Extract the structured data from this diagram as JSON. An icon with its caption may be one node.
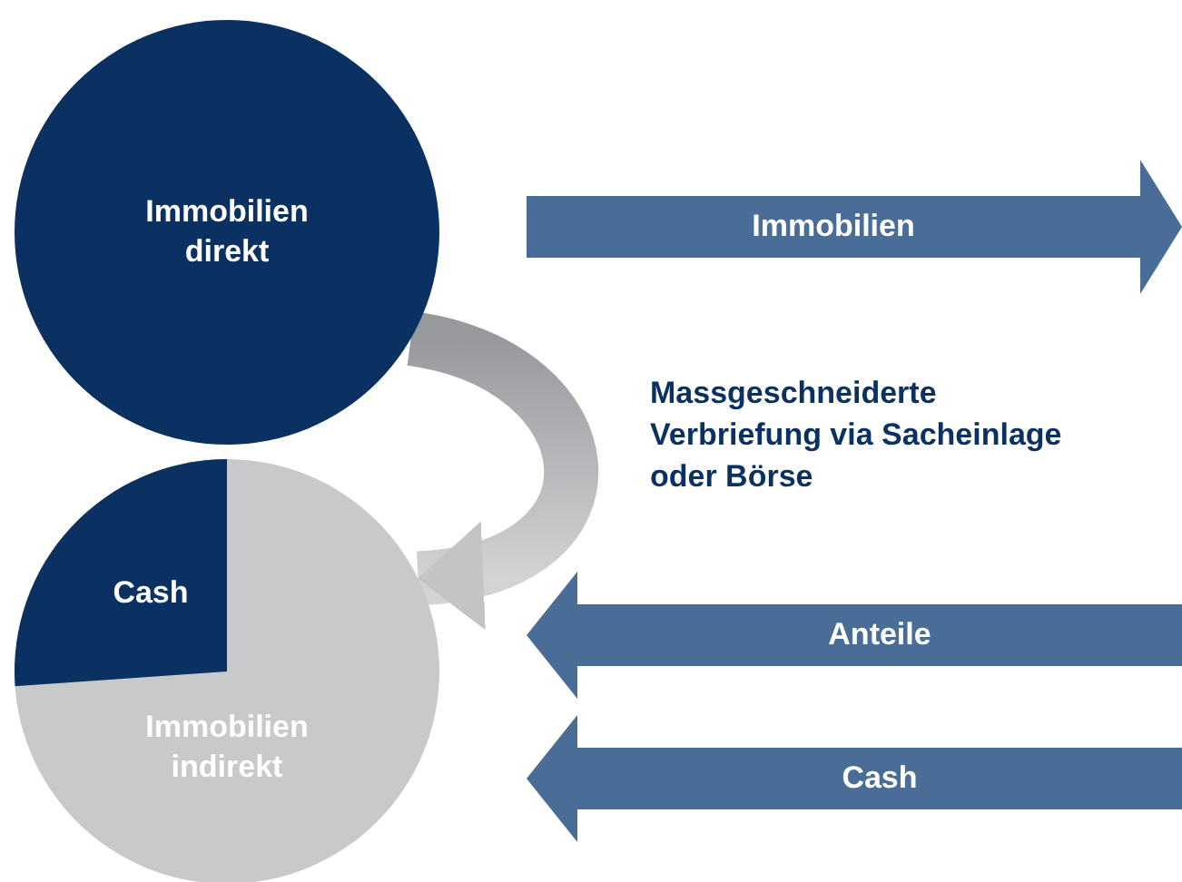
{
  "diagram": {
    "nodes": [
      {
        "text": [
          "Immobilien direkt"
        ]
      },
      {
        "text": [
          "Cash",
          "Immobilien indirekt"
        ]
      },
      {
        "text": [
          "Immobilien"
        ]
      },
      {
        "text": [
          "Anteile"
        ]
      },
      {
        "text": [
          "Cash"
        ]
      }
    ],
    "edges": [
      {
        "from": 0,
        "to": 1,
        "arrow": "to",
        "label": "Massgeschneiderte Verbriefung via Sacheinlage oder Börse"
      }
    ]
  }
}
